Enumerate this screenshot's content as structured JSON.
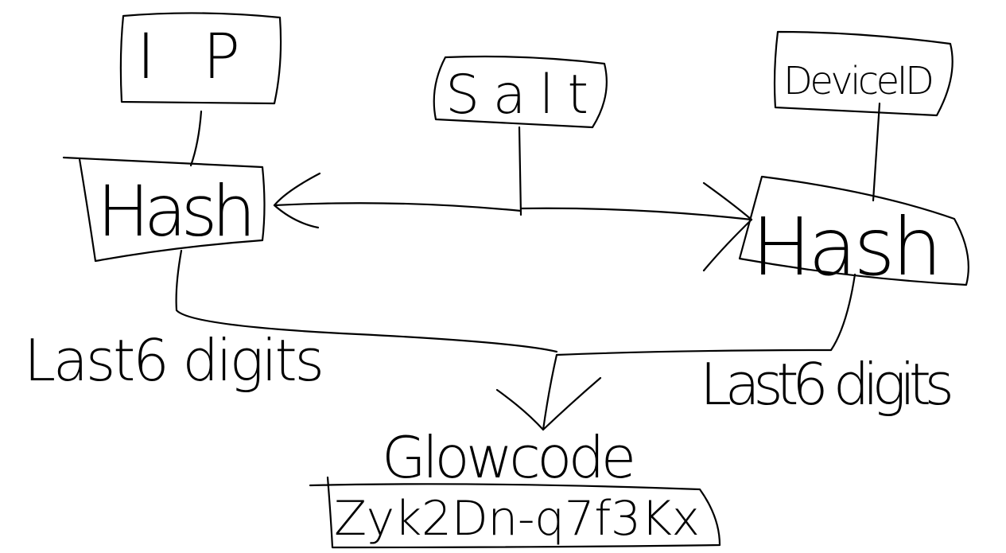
{
  "nodes": {
    "ip": "IP",
    "salt": "Salt",
    "device_id": "DeviceID",
    "hash_left": "Hash",
    "hash_right": "Hash",
    "glowcode_label": "Glowcode",
    "glowcode_value": "Zyk2Dn-q7f3Kx"
  },
  "labels": {
    "last_digits_left": "Last6 digits",
    "last_digits_right": "Last6 digits"
  },
  "colors": {
    "ink": "#000000",
    "background": "#ffffff"
  }
}
